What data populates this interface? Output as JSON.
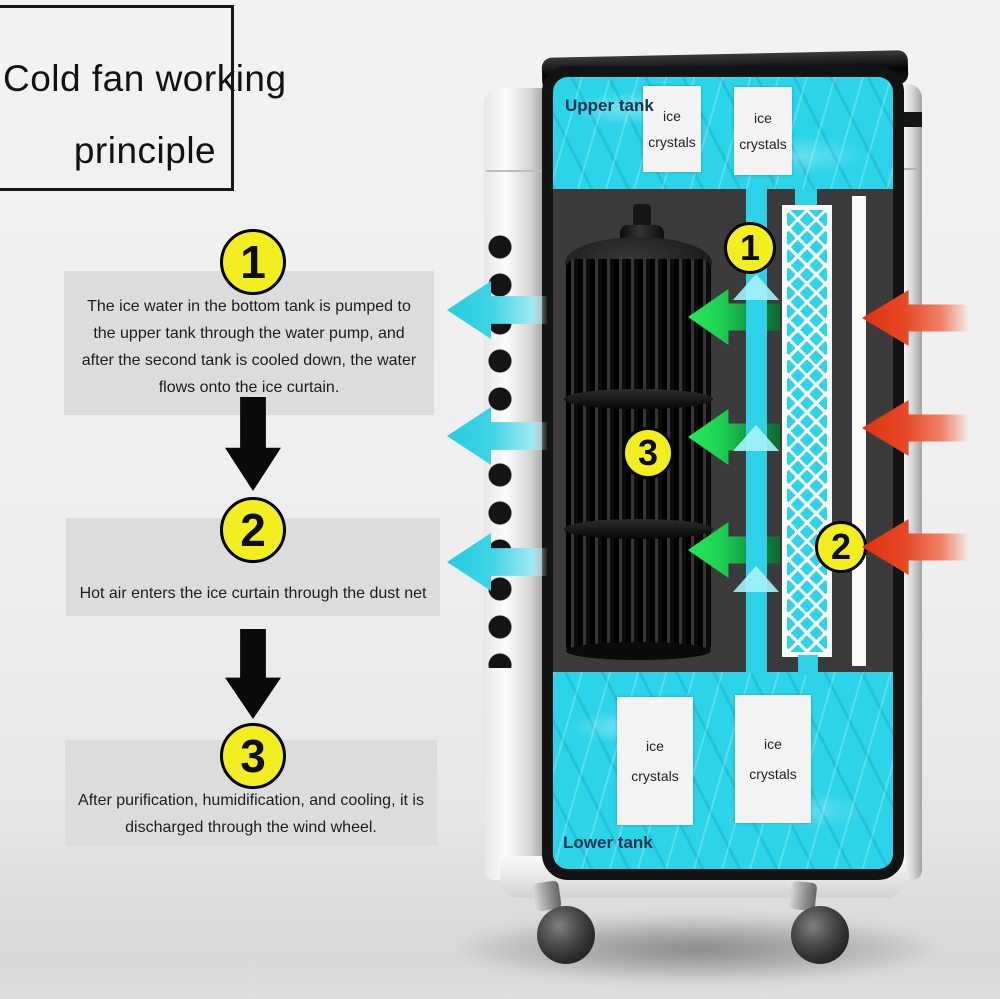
{
  "title": {
    "line1": "Cold fan working",
    "line2": "principle"
  },
  "steps": [
    {
      "number": "1",
      "lines": [
        "The ice water in the bottom tank is pumped to",
        "the upper tank through the water pump, and",
        "after the second tank is cooled down, the water",
        "flows onto the ice curtain."
      ]
    },
    {
      "number": "2",
      "lines": [
        "Hot air enters the ice curtain through the dust net"
      ]
    },
    {
      "number": "3",
      "lines": [
        "After purification, humidification, and cooling, it is",
        "discharged through the wind wheel."
      ]
    }
  ],
  "machine": {
    "upper_tank_label": "Upper tank",
    "lower_tank_label": "Lower tank",
    "ice_crystals": {
      "line1": "ice",
      "line2": "crystals"
    },
    "markers": {
      "pump": "1",
      "hot_air": "2",
      "fan": "3"
    }
  },
  "colors": {
    "water_cyan": "#2bd4e9",
    "step_circle_yellow": "#f2ee20",
    "panel_gray": "#dcdcdc",
    "flow_arrow_black": "#0a0a0a",
    "cold_air_arrow_cyan": "#35cfe2",
    "hot_air_arrow_red": "#e23a17",
    "fan_intake_arrow_green": "#1fd954",
    "machine_interior_dark": "#3b3b3c",
    "tank_label_navy": "#16324f"
  }
}
